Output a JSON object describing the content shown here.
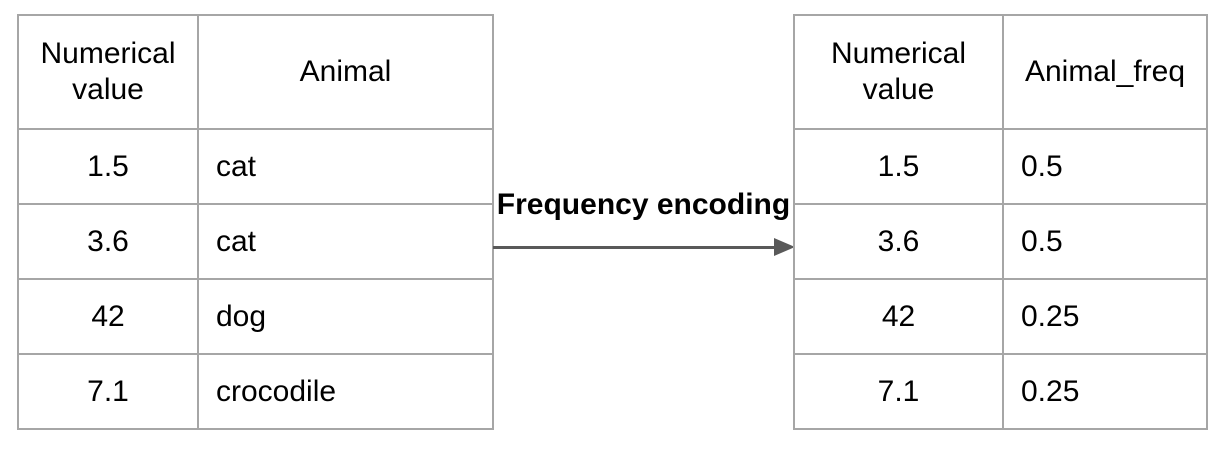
{
  "diagram": {
    "arrow_label": "Frequency encoding",
    "arrow_direction": "right",
    "input_table": {
      "headers": [
        "Numerical value",
        "Animal"
      ],
      "rows": [
        [
          "1.5",
          "cat"
        ],
        [
          "3.6",
          "cat"
        ],
        [
          "42",
          "dog"
        ],
        [
          "7.1",
          "crocodile"
        ]
      ]
    },
    "output_table": {
      "headers": [
        "Numerical value",
        "Animal_freq"
      ],
      "rows": [
        [
          "1.5",
          "0.5"
        ],
        [
          "3.6",
          "0.5"
        ],
        [
          "42",
          "0.25"
        ],
        [
          "7.1",
          "0.25"
        ]
      ]
    },
    "colors": {
      "table_border": "#a6a6a6",
      "arrow": "#595959",
      "text": "#000000",
      "background": "#ffffff"
    }
  }
}
